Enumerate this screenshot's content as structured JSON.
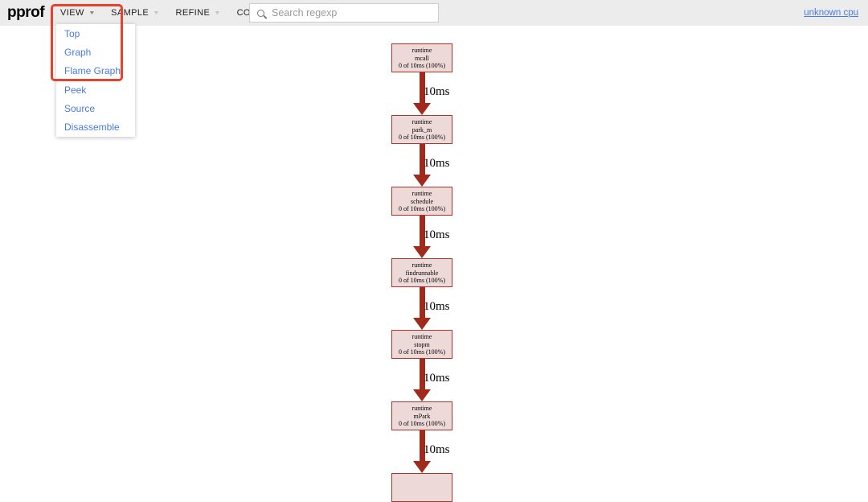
{
  "header": {
    "logo": "pprof",
    "menus": [
      {
        "label": "VIEW",
        "open": true
      },
      {
        "label": "SAMPLE",
        "open": false
      },
      {
        "label": "REFINE",
        "open": false
      },
      {
        "label": "CONFIG",
        "open": false
      }
    ],
    "search_placeholder": "Search regexp",
    "right_link": "unknown cpu"
  },
  "view_menu": {
    "items": [
      "Top",
      "Graph",
      "Flame Graph",
      "Peek",
      "Source",
      "Disassemble"
    ],
    "annotated_items": [
      "Top",
      "Graph",
      "Flame Graph"
    ]
  },
  "graph": {
    "nodes": [
      {
        "lines": [
          "runtime",
          "mcall",
          "0 of 10ms (100%)"
        ]
      },
      {
        "lines": [
          "runtime",
          "park_m",
          "0 of 10ms (100%)"
        ]
      },
      {
        "lines": [
          "runtime",
          "schedule",
          "0 of 10ms (100%)"
        ]
      },
      {
        "lines": [
          "runtime",
          "findrunnable",
          "0 of 10ms (100%)"
        ]
      },
      {
        "lines": [
          "runtime",
          "stopm",
          "0 of 10ms (100%)"
        ]
      },
      {
        "lines": [
          "runtime",
          "mPark",
          "0 of 10ms (100%)"
        ]
      },
      {
        "lines": [],
        "partial": true
      }
    ],
    "edges": [
      {
        "label": "10ms"
      },
      {
        "label": "10ms"
      },
      {
        "label": "10ms"
      },
      {
        "label": "10ms"
      },
      {
        "label": "10ms"
      },
      {
        "label": "10ms"
      }
    ]
  },
  "colors": {
    "link_blue": "#4a7ae2",
    "node_fill": "#eed9d9",
    "node_border": "#b23227",
    "edge_red": "#a02a1c",
    "annotation_red": "#e8422c",
    "header_bg": "#ececec"
  }
}
